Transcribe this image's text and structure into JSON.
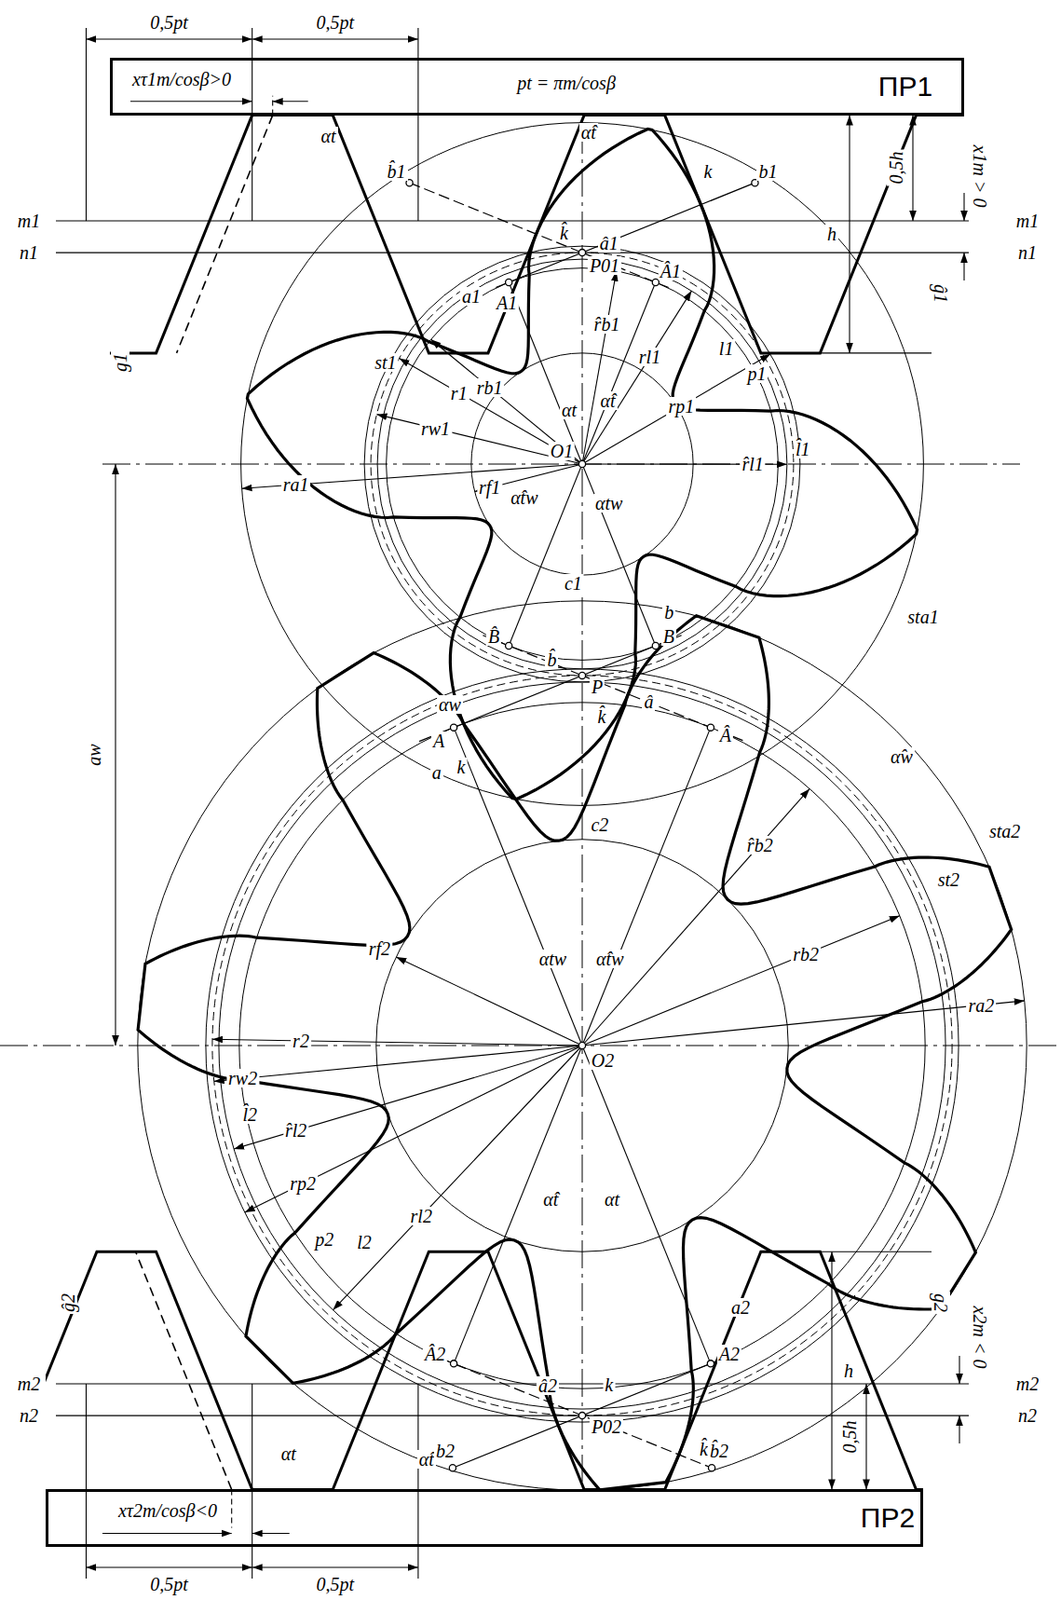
{
  "diagram": {
    "nodes": [
      {
        "text": [
          "xτ1m/cosβ>0",
          "pt = πm/cosβ",
          "ПР1"
        ]
      },
      {
        "text": [
          "xτ2m/cosβ<0",
          "ПР2"
        ]
      }
    ],
    "labels": [
      "0,5pt",
      "0,5pt",
      "αt",
      "α̂t",
      "b1",
      "k",
      "h",
      "0,5h",
      "x1m > 0",
      "m1",
      "n1",
      "m1",
      "n1",
      "b̂1",
      "k̂",
      "â1",
      "Â1",
      "P01",
      "ĝ1",
      "g1",
      "a1",
      "A1",
      "st1",
      "r̂b1",
      "rl1",
      "l1",
      "p1",
      "rb1",
      "r1",
      "rp1",
      "αt",
      "α̂t",
      "rw1",
      "O1",
      "l̂1",
      "r̂l1",
      "ra1",
      "rf1",
      "α̂tw",
      "αtw",
      "c1",
      "B",
      "b",
      "sta1",
      "B̂",
      "b̂",
      "P",
      "αw",
      "k̂",
      "â",
      "Â",
      "α̂w",
      "a",
      "k",
      "A",
      "c2",
      "sta2",
      "r̂b2",
      "st2",
      "rf2",
      "αtw",
      "α̂tw",
      "rb2",
      "ra2",
      "r2",
      "O2",
      "rw2",
      "l̂2",
      "r̂l2",
      "rp2",
      "rl2",
      "α̂t",
      "αt",
      "p2",
      "l2",
      "A2",
      "a2",
      "ĝ2",
      "g2",
      "h",
      "x2m < 0",
      "Â2",
      "â2",
      "k",
      "m2",
      "n2",
      "m2",
      "n2",
      "P02",
      "0,5h",
      "k̂",
      "αt",
      "α̂t",
      "b2",
      "b̂2",
      "aw",
      "0,5pt",
      "0,5pt"
    ]
  }
}
